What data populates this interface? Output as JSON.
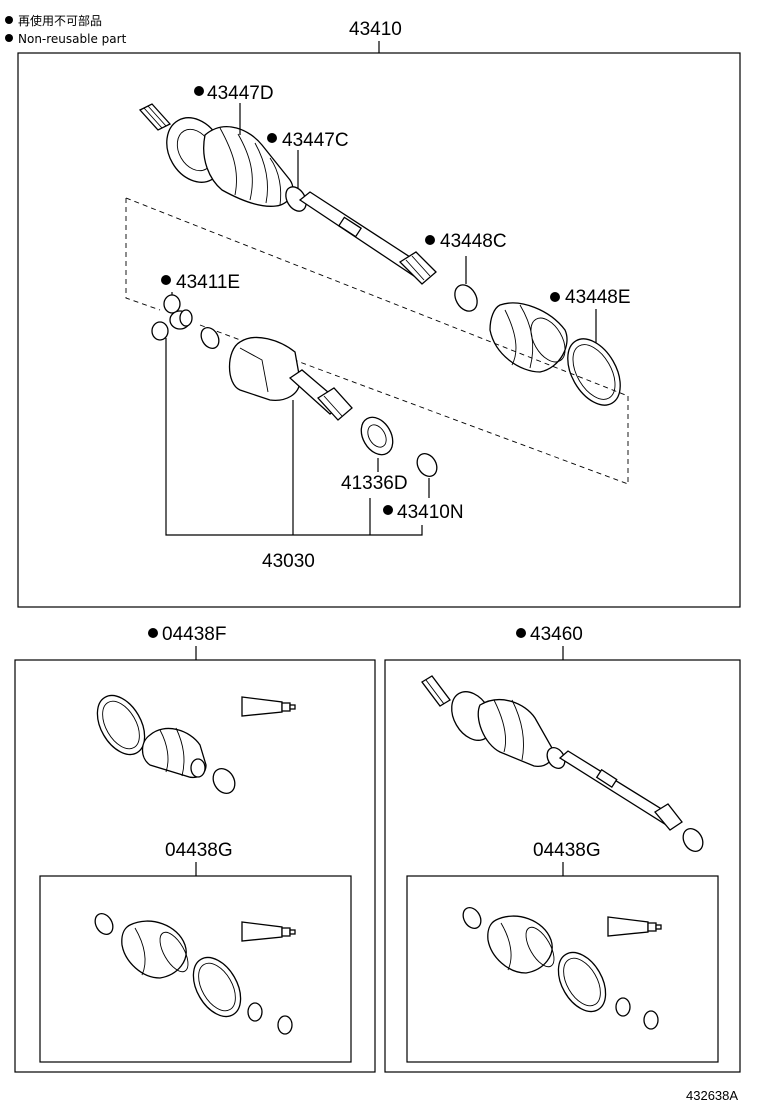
{
  "legend": {
    "jp": "再使用不可部品",
    "en": "Non-reusable part"
  },
  "labels": {
    "top_assembly": "43410",
    "p43447D": "43447D",
    "p43447C": "43447C",
    "p43448C": "43448C",
    "p43448E": "43448E",
    "p43411E": "43411E",
    "p41336D": "41336D",
    "p43410N": "43410N",
    "p43030": "43030",
    "kit_left": "04438F",
    "kit_right": "43460",
    "kit_left_inner": "04438G",
    "kit_right_inner": "04438G"
  },
  "figure_ref": "432638A"
}
